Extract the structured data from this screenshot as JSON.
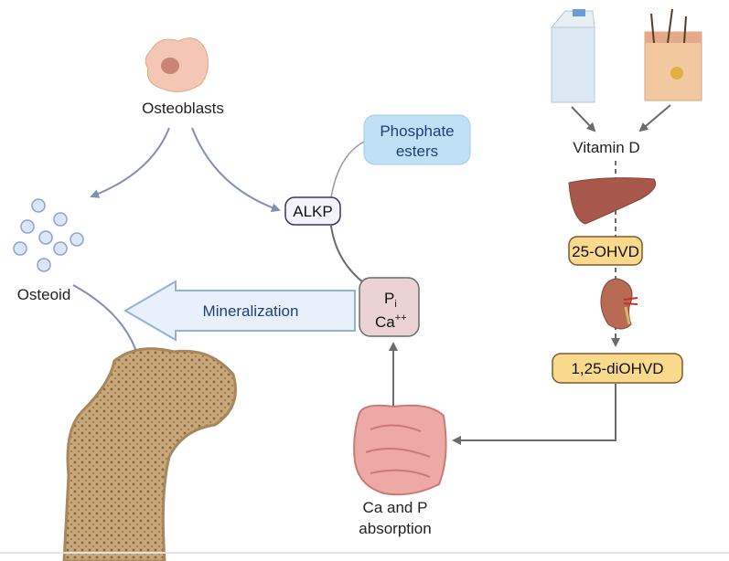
{
  "labels": {
    "osteoblasts": "Osteoblasts",
    "osteoid": "Osteoid",
    "alkp": "ALKP",
    "phosphate_line1": "Phosphate",
    "phosphate_line2": "esters",
    "pi": "P",
    "pi_sub": "i",
    "ca": "Ca",
    "ca_sup": "++",
    "mineralization": "Mineralization",
    "vitamin_d": "Vitamin D",
    "ohvd25": "25-OHVD",
    "diohvd": "1,25-diOHVD",
    "absorption_line1": "Ca and P",
    "absorption_line2": "absorption"
  },
  "colors": {
    "arrow_blue": "#7f8fb8",
    "arrow_gray": "#6b6b6b",
    "phosphate_fill": "#bfe0f5",
    "pi_fill": "#ecd3d3",
    "vitd_fill": "#f9d98c",
    "mineralization_fill": "#e8f1fb",
    "text_blue": "#1f3f78"
  }
}
